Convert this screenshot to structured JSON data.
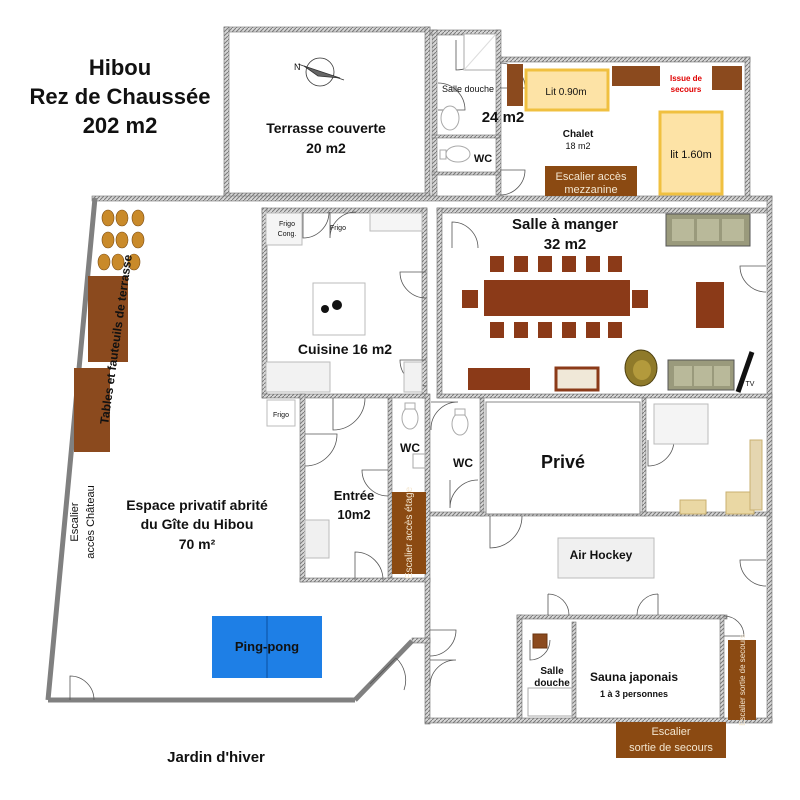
{
  "header": {
    "line1": "Hibou",
    "line2": "Rez de Chaussée",
    "line3": "202 m2"
  },
  "rooms": {
    "terrasse_name": "Terrasse couverte",
    "terrasse_area": "20 m2",
    "salle_douche_top": "Salle douche",
    "area_24": "24 m2",
    "wc_top": "WC",
    "lit_090": "Lit 0.90m",
    "lit_160": "lit 1.60m",
    "issue_line1": "Issue de",
    "issue_line2": "secours",
    "chalet_name": "Chalet",
    "chalet_area": "18 m2",
    "escalier_mezz_line1": "Escalier accès",
    "escalier_mezz_line2": "mezzanine",
    "salle_manger_name": "Salle à manger",
    "salle_manger_area": "32 m2",
    "frigo_cong_line1": "Frigo",
    "frigo_cong_line2": "Cong.",
    "frigo_top": "Frigo",
    "cuisine": "Cuisine 16 m2",
    "frigo_left": "Frigo",
    "tv": "TV",
    "wc_entree": "WC",
    "wc_mid": "WC",
    "prive": "Privé",
    "entree_name": "Entrée",
    "entree_area": "10m2",
    "escalier_etage": "Escalier accès étage",
    "air_hockey": "Air Hockey",
    "salle_douche_bottom_line1": "Salle",
    "salle_douche_bottom_line2": "douche",
    "sauna_name": "Sauna japonais",
    "sauna_capacity": "1 à 3 personnes",
    "escalier_secours_side": "Escalier sortie de secours",
    "escalier_secours_line1": "Escalier",
    "escalier_secours_line2": "sortie de secours",
    "espace_line1": "Espace privatif abrité",
    "espace_line2": "du Gîte du Hibou",
    "espace_line3": "70 m²",
    "escalier_chateau_line1": "Escalier",
    "escalier_chateau_line2": "accès Château",
    "tables_terrasse": "Tables et fauteuils de terrasse",
    "ping_pong": "Ping-pong",
    "jardin": "Jardin d'hiver"
  },
  "colors": {
    "wall": "#8a8a8a",
    "wood": "#8b4a1e",
    "stair": "#8b4a12",
    "bed_fill": "#fde3a6",
    "bed_border": "#f0c040",
    "pingpong": "#1e7fe6",
    "issue_text": "#e00000",
    "floor": "#ffffff"
  },
  "icons": [
    "compass-icon",
    "toilet-icon",
    "sink-icon",
    "sofa-icon",
    "armchair-icon",
    "tv-icon",
    "stove-icon",
    "door-icon"
  ]
}
